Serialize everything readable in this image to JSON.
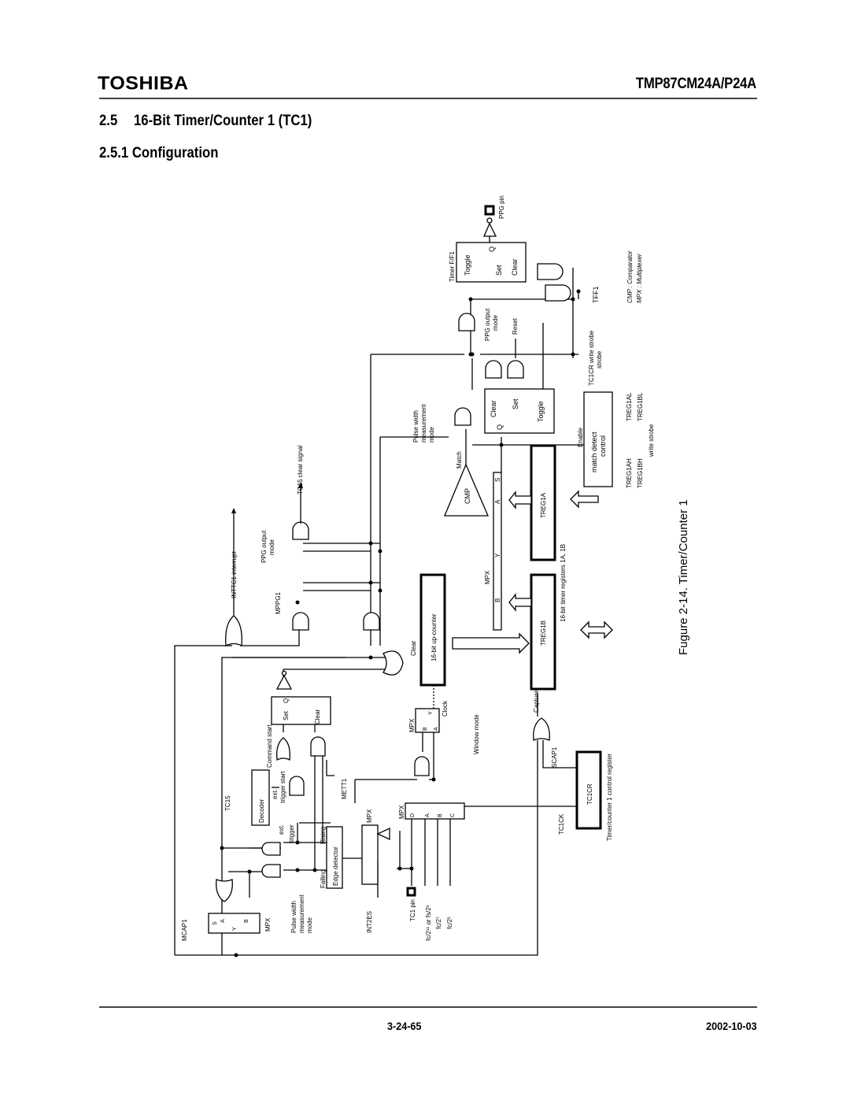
{
  "header": {
    "brand": "TOSHIBA",
    "part_number": "TMP87CM24A/P24A"
  },
  "section": {
    "number": "2.5",
    "title": "16-Bit Timer/Counter 1 (TC1)",
    "subsection": "2.5.1 Configuration"
  },
  "figure": {
    "caption": "Fugure 2-14.  Timer/Counter 1",
    "legend": [
      "CMP : Comparator",
      "MPX : Multiplexer"
    ],
    "blocks": {
      "timer_ff": "Timer F/F1",
      "toggle": "Toggle",
      "set": "Set",
      "clear": "Clear",
      "q": "Q",
      "ppg_pin": "PPG pin",
      "tff1": "TFF1",
      "ppg_output_mode": "PPG output mode",
      "reset": "Reset",
      "tc1cr_write_strobe": "TC1CR write strobe",
      "pulse_width_mode": "Pulse width measurement mode",
      "enable": "Enable",
      "match_detect": "match detect control",
      "treg1al": "TREG1AL",
      "treg1bl": "TREG1BL",
      "treg1ah": "TREG1AH",
      "treg1bh": "TREG1BH",
      "write_strobe": "write strobe",
      "match": "Match",
      "cmp": "CMP",
      "mpx": "MPX",
      "s": "S",
      "a": "A",
      "b": "B",
      "y": "Y",
      "c": "C",
      "d": "D",
      "treg1a": "TREG1A",
      "treg1b": "TREG1B",
      "timer_registers": "16-bit timer registers 1A, 1B",
      "up_counter": "16-bit up-counter",
      "inttc1": "INTTC1 interrupt",
      "tc15_clear": "TC15 clear signal",
      "mppg1": "MPPG1",
      "command_start": "Command start",
      "decoder": "Decoder",
      "tc15": "TC15",
      "two": "2",
      "ext_trigger_start": "ext. trigger start",
      "ext_trigger": "ext. trigger",
      "mett1": "METT1",
      "clock": "Clock",
      "window_mode": "Window mode",
      "rising": "Rising",
      "falling": "Falling",
      "edge_detector": "Edge detector",
      "mcap1": "MCAP1",
      "int2es": "INT2ES",
      "tc1_pin": "TC1 pin",
      "fc211": "fc/2¹¹ or fs/2³",
      "fc27": "fc/2⁷",
      "fc23": "fc/2³",
      "tc1ck": "TC1CK",
      "capture": "Capture",
      "scap1": "SCAP1",
      "tc1cr": "TC1CR",
      "tc1cr_desc": "Timer/counter 1 control register"
    }
  },
  "footer": {
    "page": "3-24-65",
    "date": "2002-10-03"
  }
}
